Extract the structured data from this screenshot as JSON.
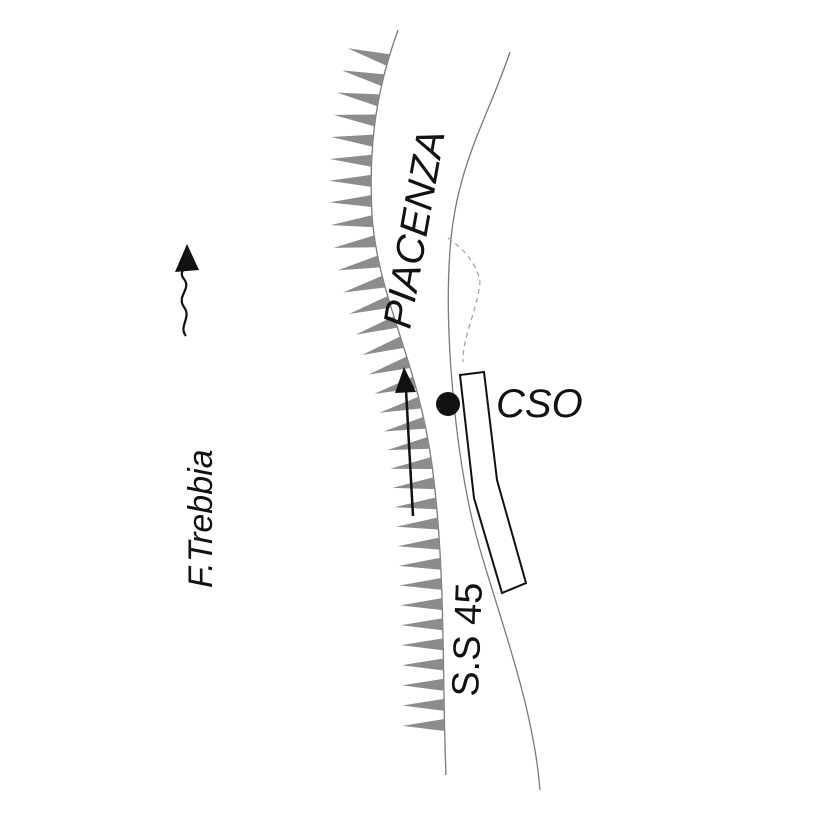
{
  "labels": {
    "city": "PIACENZA",
    "road": "S.S 45",
    "site": "CSO",
    "river": "F.Trebbia"
  },
  "colors": {
    "road_edge": "#7a7a7a",
    "scarp": "#8c8c8c",
    "ink": "#111111",
    "dashed": "#a0a0a0"
  },
  "icons": [
    "north-arrow-icon",
    "river-flow-arrow-icon",
    "site-point-icon",
    "direction-arrow-icon"
  ]
}
